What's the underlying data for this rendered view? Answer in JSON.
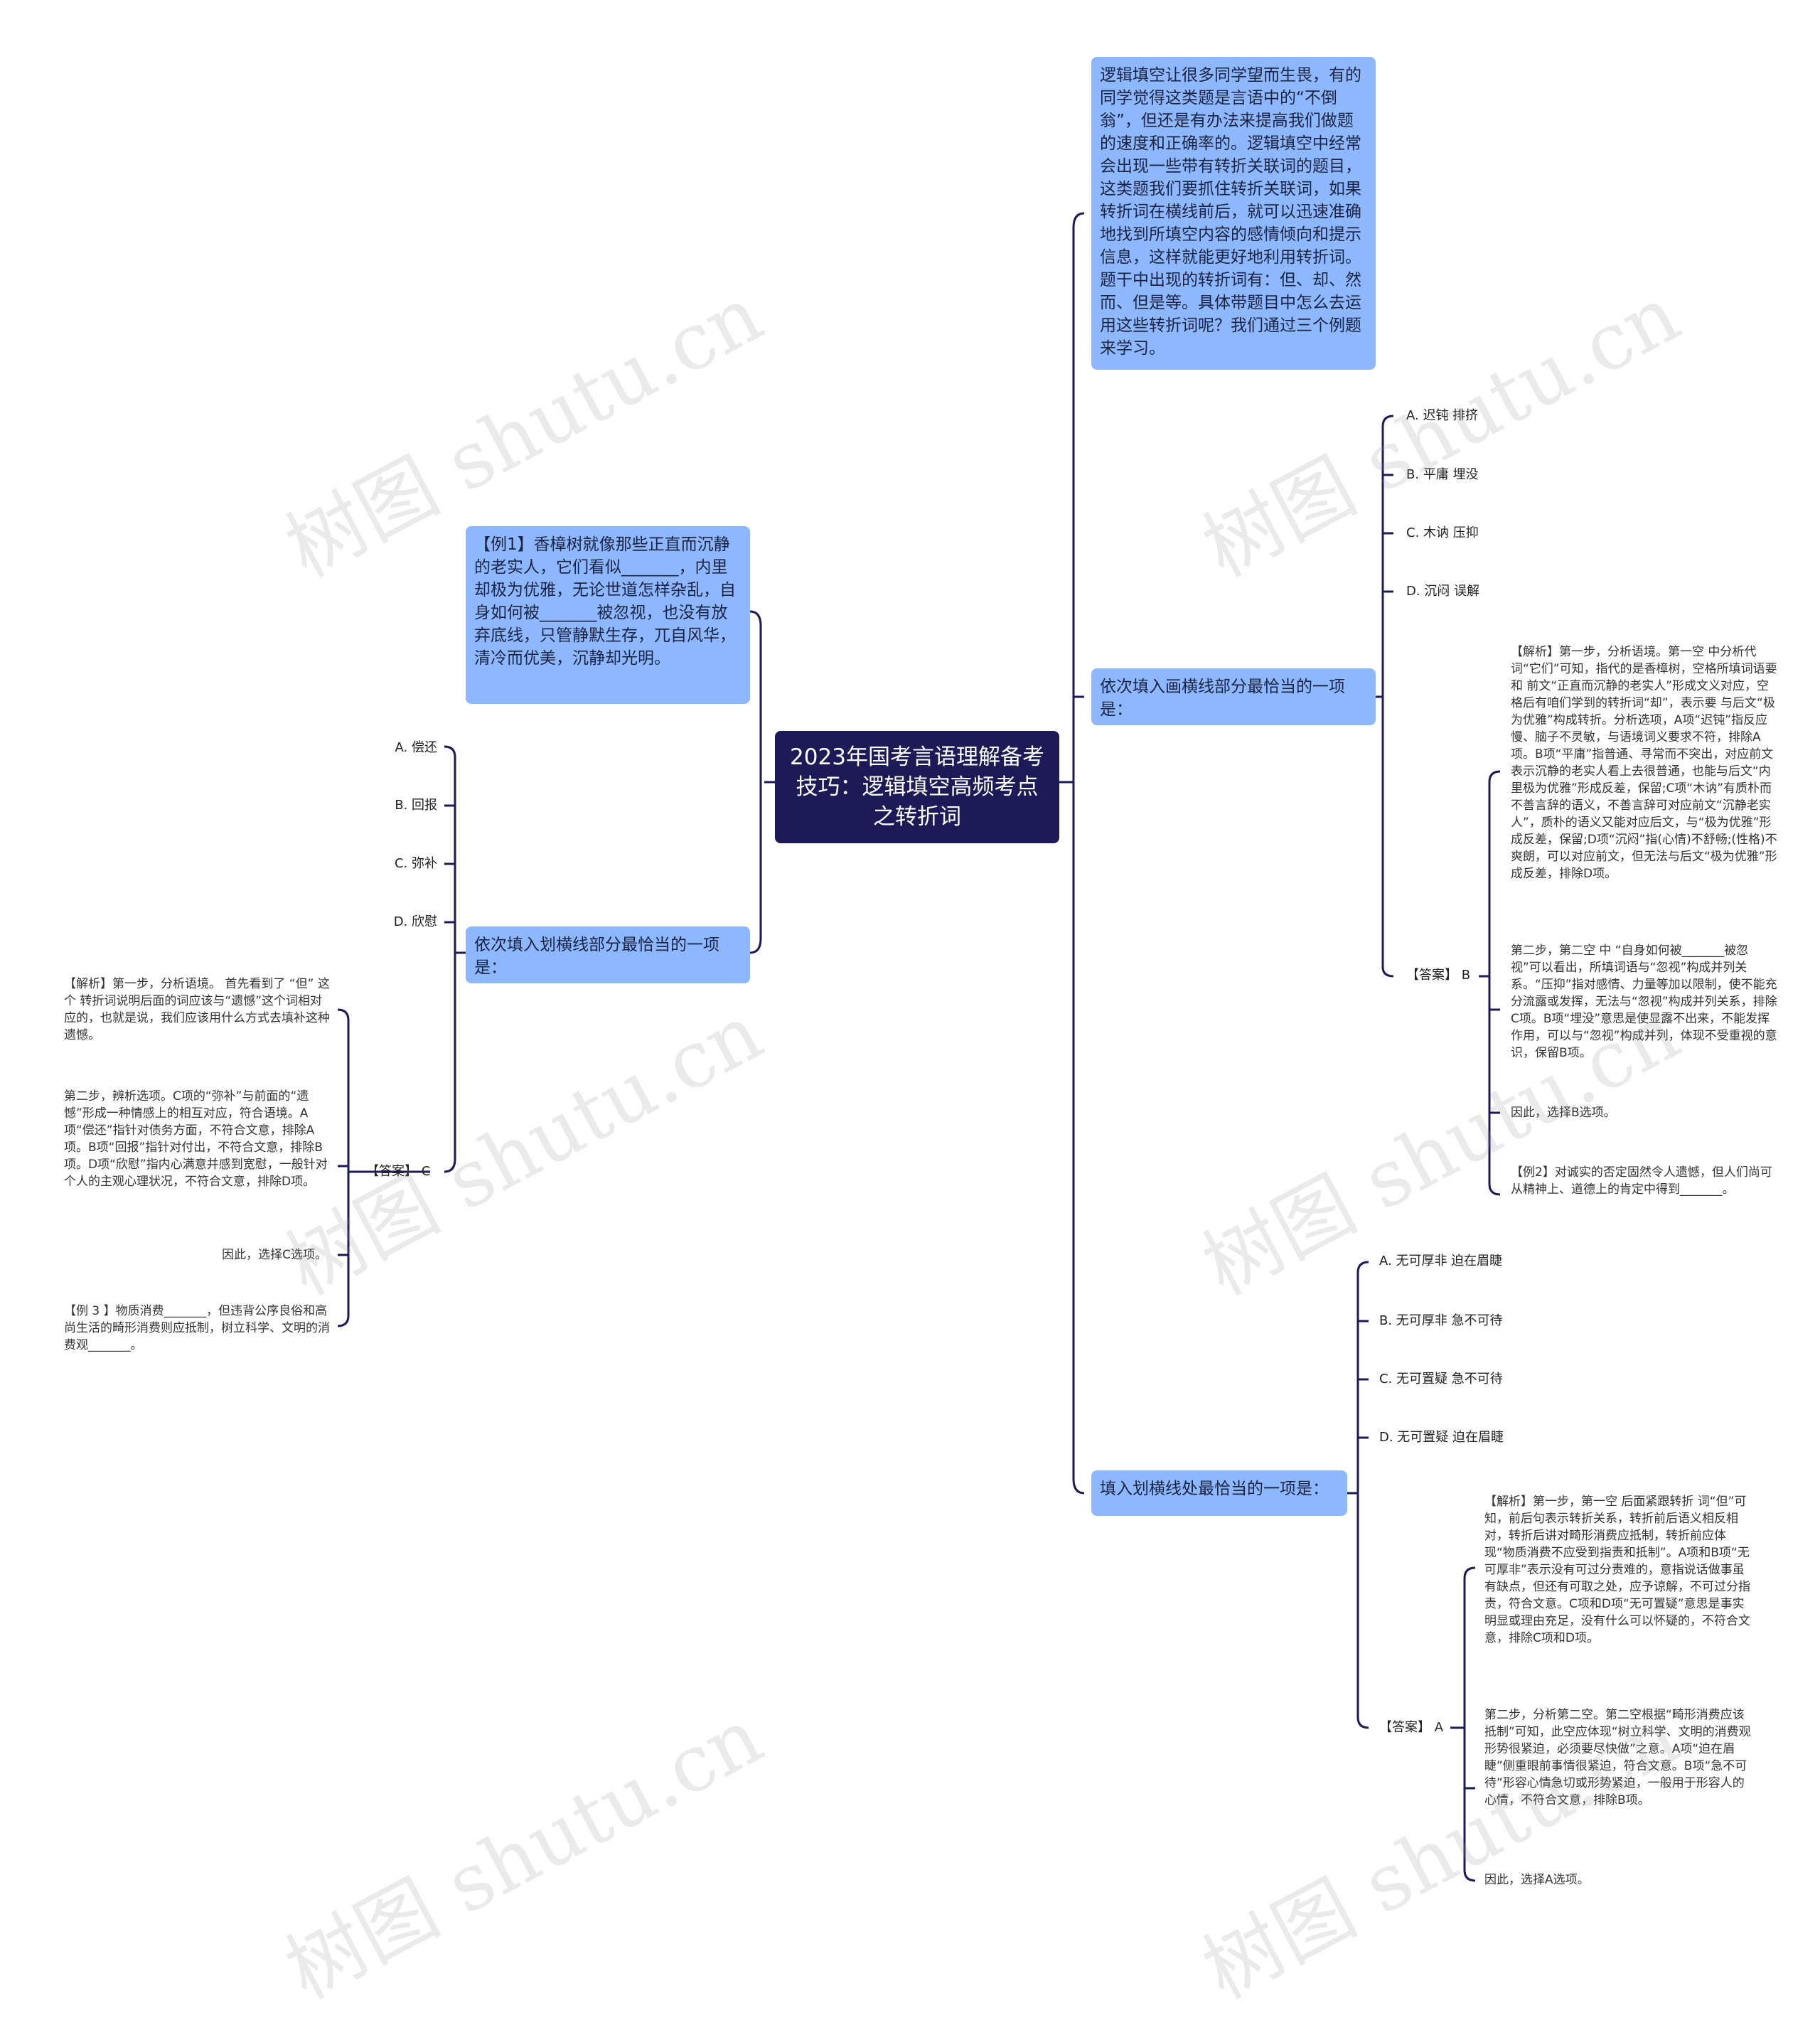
{
  "central": "2023年国考言语理解备考技巧：逻辑填空高频考点之转折词",
  "intro": "逻辑填空让很多同学望而生畏，有的同学觉得这类题是言语中的“不倒翁”，但还是有办法来提高我们做题的速度和正确率的。逻辑填空中经常会出现一些带有转折关联词的题目，这类题我们要抓住转折关联词，如果转折词在横线前后，就可以迅速准确地找到所填空内容的感情倾向和提示信息，这样就能更好地利用转折词。题干中出现的转折词有：但、却、然而、但是等。具体带题目中怎么去运用这些转折词呢？我们通过三个例题来学习。",
  "example1": "【例1】香樟树就像那些正直而沉静的老实人，它们看似_______，内里却极为优雅，无论世道怎样杂乱，自身如何被_______被忽视，也没有放弃底线，只管静默生存，兀自风华，清冷而优美，沉静却光明。",
  "q1": {
    "prompt": "依次填入划横线部分最恰当的一项是：",
    "options": [
      "A. 偿还",
      "B. 回报",
      "C. 弥补",
      "D. 欣慰"
    ],
    "answer": "【答案】 C",
    "notes": [
      "【解析】第一步，分析语境。 首先看到了 “但” 这个 转折词说明后面的词应该与“遗憾”这个词相对应的，也就是说，我们应该用什么方式去填补这种遗憾。",
      "第二步，辨析选项。C项的“弥补”与前面的“遗憾”形成一种情感上的相互对应，符合语境。A项“偿还”指针对债务方面，不符合文意，排除A项。B项“回报”指针对付出，不符合文意，排除B项。D项“欣慰”指内心满意并感到宽慰，一般针对个人的主观心理状况，不符合文意，排除D项。",
      "因此，选择C选项。",
      "【例 3 】物质消费_______，但违背公序良俗和高尚生活的畸形消费则应抵制，树立科学、文明的消费观_______。"
    ]
  },
  "q2": {
    "prompt": "依次填入画横线部分最恰当的一项是：",
    "options": [
      "A. 迟钝 排挤",
      "B. 平庸 埋没",
      "C. 木讷 压抑",
      "D. 沉闷 误解"
    ],
    "answer": "【答案】 B",
    "notes": [
      "【解析】第一步，分析语境。第一空 中分析代词“它们”可知，指代的是香樟树，空格所填词语要 和 前文“正直而沉静的老实人”形成文义对应，空格后有咱们学到的转折词“却”，表示要 与后文“极为优雅”构成转折。分析选项，A项“迟钝”指反应慢、脑子不灵敏，与语境词义要求不符，排除A项。B项“平庸”指普通、寻常而不突出，对应前文表示沉静的老实人看上去很普通，也能与后文“内里极为优雅”形成反差，保留;C项“木讷”有质朴而不善言辞的语义，不善言辞可对应前文“沉静老实人”，质朴的语义又能对应后文，与“极为优雅”形成反差，保留;D项“沉闷”指(心情)不舒畅;(性格)不爽朗，可以对应前文，但无法与后文“极为优雅”形成反差，排除D项。",
      "第二步，第二空 中 “自身如何被_______被忽视”可以看出，所填词语与“忽视”构成并列关系。“压抑”指对感情、力量等加以限制，使不能充分流露或发挥，无法与“忽视”构成并列关系，排除C项。B项“埋没”意思是使显露不出来，不能发挥作用，可以与“忽视”构成并列，体现不受重视的意识，保留B项。",
      "因此，选择B选项。",
      "【例2】对诚实的否定固然令人遗憾，但人们尚可从精神上、道德上的肯定中得到_______。"
    ]
  },
  "q3": {
    "prompt": "填入划横线处最恰当的一项是：",
    "options": [
      "A. 无可厚非 迫在眉睫",
      "B. 无可厚非 急不可待",
      "C. 无可置疑 急不可待",
      "D. 无可置疑 迫在眉睫"
    ],
    "answer": "【答案】 A",
    "notes": [
      "【解析】第一步，第一空 后面紧跟转折 词“但”可知，前后句表示转折关系，转折前后语义相反相对，转折后讲对畸形消费应抵制，转折前应体现“物质消费不应受到指责和抵制”。A项和B项“无可厚非”表示没有可过分责难的，意指说话做事虽有缺点，但还有可取之处，应予谅解，不可过分指责，符合文意。C项和D项“无可置疑”意思是事实明显或理由充足，没有什么可以怀疑的，不符合文意，排除C项和D项。",
      "第二步，分析第二空。第二空根据“畸形消费应该抵制”可知，此空应体现“树立科学、文明的消费观形势很紧迫，必须要尽快做”之意。A项“迫在眉睫”侧重眼前事情很紧迫，符合文意。B项“急不可待”形容心情急切或形势紧迫，一般用于形容人的心情，不符合文意，排除B项。",
      "因此，选择A选项。"
    ]
  },
  "watermark": "树图 shutu.cn",
  "colors": {
    "central_bg": "#1d1b57",
    "box_bg": "#8db8ff",
    "line": "#1d1b57"
  }
}
